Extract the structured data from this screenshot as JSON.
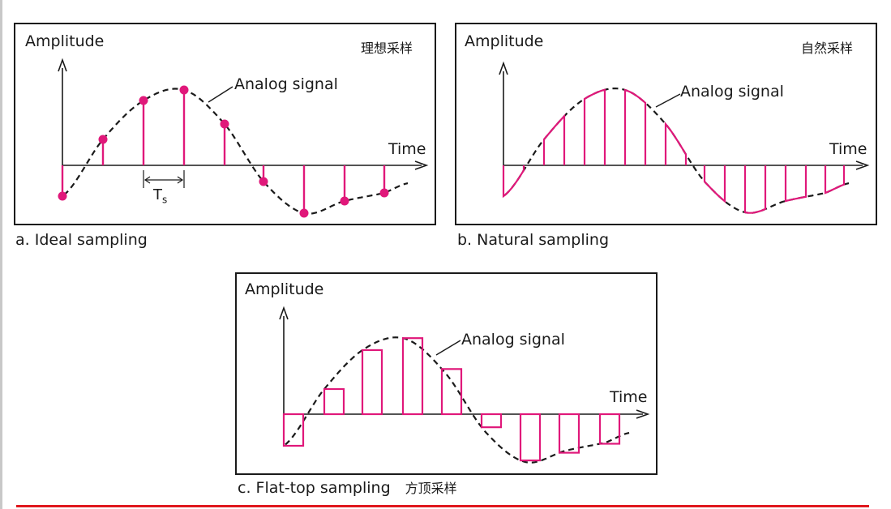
{
  "colors": {
    "sample": "#e0187a",
    "signal": "#1a1a1a",
    "rule": "#e0181d"
  },
  "panels": [
    {
      "id": "ideal",
      "caption": "a. Ideal sampling",
      "chinese": "理想采样",
      "ylabel": "Amplitude",
      "xlabel": "Time",
      "signal_label": "Analog signal",
      "interval_label": "T",
      "interval_sub": "s"
    },
    {
      "id": "natural",
      "caption": "b. Natural sampling",
      "chinese": "自然采样",
      "ylabel": "Amplitude",
      "xlabel": "Time",
      "signal_label": "Analog signal"
    },
    {
      "id": "flattop",
      "caption": "c. Flat-top sampling",
      "chinese": "方顶采样",
      "ylabel": "Amplitude",
      "xlabel": "Time",
      "signal_label": "Analog signal"
    }
  ]
}
